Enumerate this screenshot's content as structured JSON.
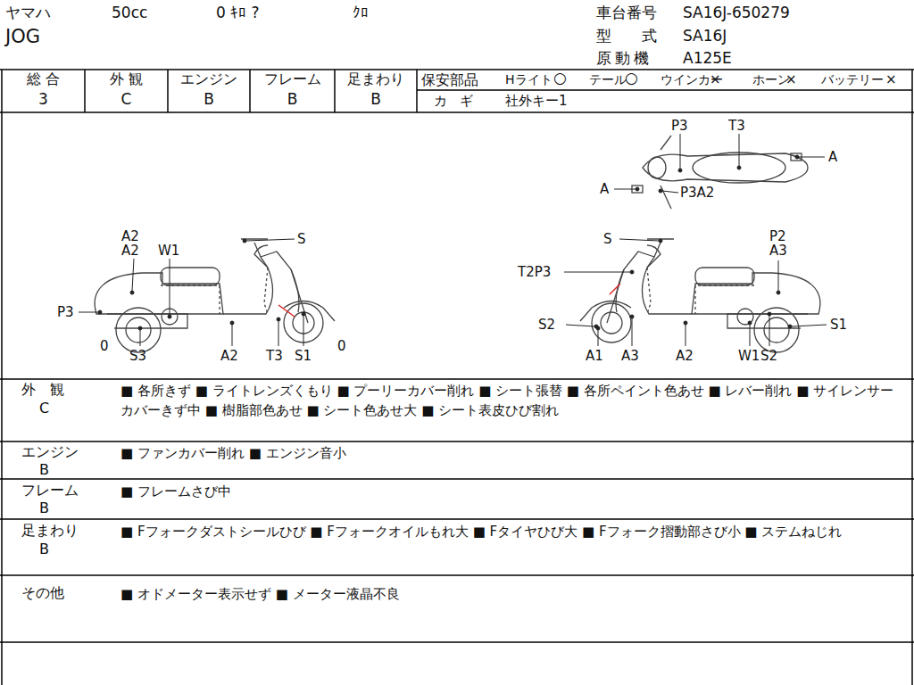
{
  "diagram": {
    "labels": [
      "ヤマハ",
      "50cc",
      "0 ｷﾛ ?",
      "ｸﾛ",
      "車台番号",
      "SA16J-650279",
      "JOG",
      "型　　式",
      "SA16J",
      "原動機",
      "A125E",
      "総 合",
      "外 観",
      "エンジン",
      "フレーム",
      "足まわり",
      "3",
      "C",
      "B",
      "B",
      "B",
      "保安部品",
      "Hライト",
      "○",
      "テール",
      "○",
      "ウインカー",
      "×",
      "ホーン",
      "×",
      "バッテリー",
      "×",
      "カギ",
      "社外キー1",
      "P3",
      "T3",
      "A",
      "A",
      "P3A2",
      "A2",
      "A2",
      "W1",
      "S",
      "P3",
      "0",
      "S3",
      "A2",
      "T3",
      "S1",
      "0",
      "S",
      "P2",
      "A3",
      "T2P3",
      "S2",
      "S1",
      "A1",
      "A3",
      "A2",
      "W1",
      "S2",
      "外　観",
      "C",
      "■ 各所きず ■ ライトレンズくもり ■ プーリーカバー削れ ■ シート張替 ■ 各所ペイント色あせ ■ レバー削れ ■ サイレンサーカバーきず中 ■ 樹脂部色あせ ■ シート色あせ大 ■ シート表皮ひび割れ",
      "エンジン",
      "B",
      "■ ファンカバー削れ ■ エンジン音小",
      "フレーム",
      "B",
      "■ フレームさび中",
      "足まわり",
      "B",
      "■ Fフォークダストシールひび ■ Fフォークオイルもれ大 ■ Fタイヤひび大 ■ Fフォーク摺動部さび小 ■ ステムねじれ",
      "その他",
      "■ オドメーター表示せず ■ メーター液晶不良"
    ]
  }
}
